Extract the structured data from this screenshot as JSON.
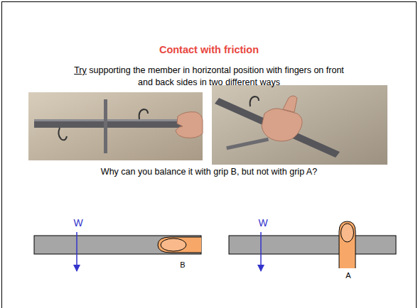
{
  "diagram": {
    "title": "Contact with friction",
    "labels": [
      "Try",
      "supporting the member in horizontal position with fingers on front and back sides in two different ways",
      "Why can you balance it with grip B, but not with grip A?",
      "W",
      "B",
      "W",
      "A"
    ]
  }
}
